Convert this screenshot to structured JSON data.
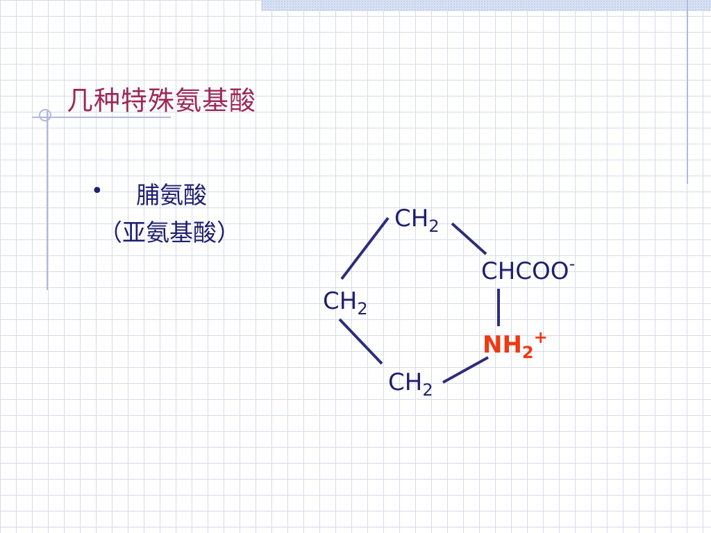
{
  "slide": {
    "title": "几种特殊氨基酸",
    "bullet": {
      "text": "脯氨酸",
      "subtext": "（亚氨基酸）"
    },
    "structure": {
      "top_ch2": {
        "main": "CH",
        "sub": "2"
      },
      "left_ch2": {
        "main": "CH",
        "sub": "2"
      },
      "bottom_ch2": {
        "main": "CH",
        "sub": "2"
      },
      "alpha_carbon": {
        "main": "CHCOO",
        "sup": "-"
      },
      "amine": {
        "main": "NH",
        "sub": "2",
        "sup": "+"
      }
    },
    "colors": {
      "title": "#9c2a58",
      "body_text": "#1f1f6e",
      "amine": "#ee3a12",
      "grid": "#d5dbe8"
    }
  }
}
